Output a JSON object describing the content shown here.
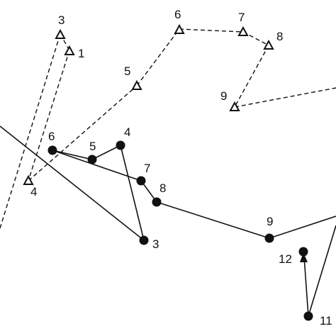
{
  "diagram": {
    "solid_path": {
      "nodes": [
        {
          "label": "6"
        },
        {
          "label": "5"
        },
        {
          "label": "4"
        },
        {
          "label": "3"
        },
        {
          "label": "7"
        },
        {
          "label": "8"
        },
        {
          "label": "9"
        },
        {
          "label": "11"
        },
        {
          "label": "12"
        }
      ]
    },
    "dashed_path": {
      "nodes": [
        {
          "label": "3"
        },
        {
          "label": "1"
        },
        {
          "label": "4"
        },
        {
          "label": "5"
        },
        {
          "label": "6"
        },
        {
          "label": "7"
        },
        {
          "label": "8"
        },
        {
          "label": "9"
        }
      ]
    },
    "colors": {
      "ink": "#111111",
      "background": "#ffffff"
    }
  }
}
